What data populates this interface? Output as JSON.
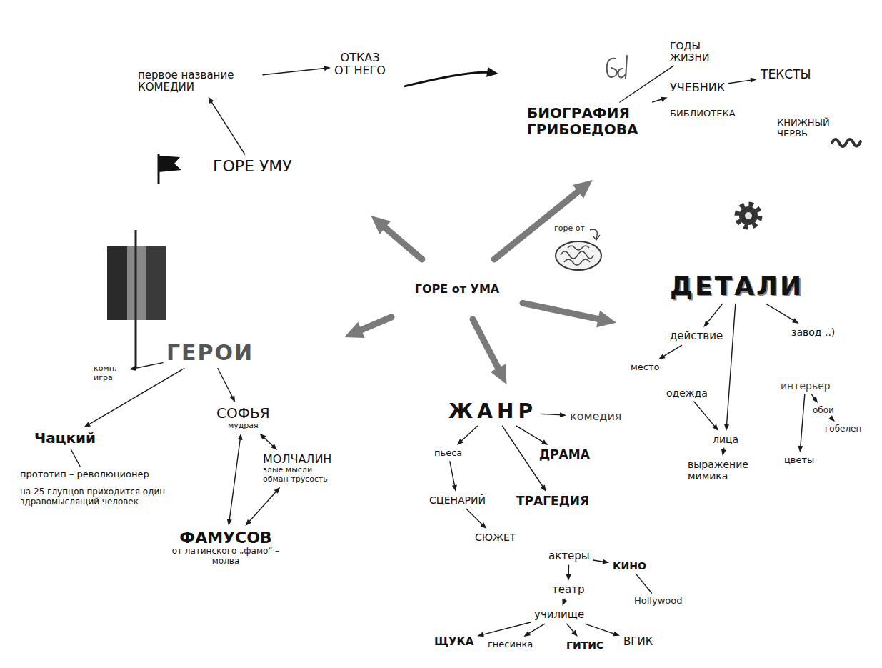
{
  "diagram": {
    "nodes": [
      {
        "text": [
          "ГОРЕ от УМА"
        ]
      },
      {
        "text": []
      },
      {
        "text": [
          "первое название КОМЕДИИ"
        ],
        "in": 1
      },
      {
        "text": [
          "ОТКАЗ ОТ НЕГО"
        ],
        "in": 1
      },
      {
        "text": [
          "ГОРЕ УМУ"
        ],
        "in": 1
      },
      {
        "text": []
      },
      {
        "text": [
          "ГОДЫ ЖИЗНИ"
        ],
        "in": 5
      },
      {
        "text": [
          "БИОГРАФИЯ ГРИБОЕДОВА"
        ],
        "in": 5
      },
      {
        "text": [
          "УЧЕБНИК"
        ],
        "in": 5
      },
      {
        "text": [
          "ТЕКСТЫ"
        ],
        "in": 5
      },
      {
        "text": [
          "БИБЛИОТЕКА"
        ],
        "in": 5
      },
      {
        "text": [
          "КНИЖНЫЙ ЧЕРВЬ"
        ],
        "in": 5
      },
      {
        "text": []
      },
      {
        "text": [
          "ГЕРОИ"
        ],
        "in": 12
      },
      {
        "text": [
          "комп. игра"
        ],
        "in": 12
      },
      {
        "text": [
          "Чацкий"
        ],
        "in": 12
      },
      {
        "text": [
          "прототип – революционер"
        ],
        "in": 12
      },
      {
        "text": [
          "на 25 глупцов приходится один здравомыслящий человек"
        ],
        "in": 12
      },
      {
        "text": [
          "СОФЬЯ",
          "мудрая"
        ],
        "in": 12
      },
      {
        "text": [
          "МОЛЧАЛИН",
          "злые мысли обман трусость"
        ],
        "in": 12
      },
      {
        "text": [
          "ФАМУСОВ",
          "от латинского „фамо“ – молва"
        ],
        "in": 12
      },
      {
        "text": []
      },
      {
        "text": [
          "ЖАНР"
        ],
        "in": 21
      },
      {
        "text": [
          "комедия"
        ],
        "in": 21
      },
      {
        "text": [
          "пьеса"
        ],
        "in": 21
      },
      {
        "text": [
          "ДРАМА"
        ],
        "in": 21
      },
      {
        "text": [
          "ТРАГЕДИЯ"
        ],
        "in": 21
      },
      {
        "text": [
          "СЦЕНАРИЙ"
        ],
        "in": 21
      },
      {
        "text": [
          "СЮЖЕТ"
        ],
        "in": 21
      },
      {
        "text": [
          "актеры"
        ],
        "in": 21
      },
      {
        "text": [
          "КИНО"
        ],
        "in": 21
      },
      {
        "text": [
          "Hollywood"
        ],
        "in": 21
      },
      {
        "text": [
          "театр"
        ],
        "in": 21
      },
      {
        "text": [
          "училище"
        ],
        "in": 21
      },
      {
        "text": [
          "ЩУКА"
        ],
        "in": 21
      },
      {
        "text": [
          "гнесинка"
        ],
        "in": 21
      },
      {
        "text": [
          "ГИТИС"
        ],
        "in": 21
      },
      {
        "text": [
          "ВГИК"
        ],
        "in": 21
      },
      {
        "text": []
      },
      {
        "text": [
          "ДЕТАЛИ"
        ],
        "in": 38
      },
      {
        "text": [
          "действие"
        ],
        "in": 38
      },
      {
        "text": [
          "место"
        ],
        "in": 38
      },
      {
        "text": [
          "завод ..)"
        ],
        "in": 38
      },
      {
        "text": [
          "одежда"
        ],
        "in": 38
      },
      {
        "text": [
          "интерьер"
        ],
        "in": 38
      },
      {
        "text": [
          "обои"
        ],
        "in": 38
      },
      {
        "text": [
          "гобелен"
        ],
        "in": 38
      },
      {
        "text": [
          "лица"
        ],
        "in": 38
      },
      {
        "text": [
          "выражение мимика"
        ],
        "in": 38
      },
      {
        "text": [
          "цветы"
        ],
        "in": 38
      }
    ],
    "edges": [
      {
        "from": 0,
        "to": 1,
        "arrow": "to"
      },
      {
        "from": 0,
        "to": 5,
        "arrow": "to"
      },
      {
        "from": 0,
        "to": 12,
        "arrow": "to"
      },
      {
        "from": 0,
        "to": 21,
        "arrow": "to"
      },
      {
        "from": 0,
        "to": 38,
        "arrow": "to"
      },
      {
        "from": 1,
        "to": 5,
        "arrow": "to"
      },
      {
        "from": 4,
        "to": 2,
        "arrow": "to"
      },
      {
        "from": 2,
        "to": 3,
        "arrow": "to"
      },
      {
        "from": 7,
        "to": 6,
        "arrow": "none"
      },
      {
        "from": 7,
        "to": 8,
        "arrow": "to"
      },
      {
        "from": 8,
        "to": 9,
        "arrow": "to"
      },
      {
        "from": 13,
        "to": 14,
        "arrow": "to"
      },
      {
        "from": 13,
        "to": 15,
        "arrow": "to"
      },
      {
        "from": 13,
        "to": 18,
        "arrow": "to"
      },
      {
        "from": 15,
        "to": 16,
        "arrow": "none"
      },
      {
        "from": 18,
        "to": 19,
        "arrow": "both"
      },
      {
        "from": 18,
        "to": 20,
        "arrow": "both"
      },
      {
        "from": 20,
        "to": 19,
        "arrow": "both"
      },
      {
        "from": 22,
        "to": 23,
        "arrow": "to"
      },
      {
        "from": 22,
        "to": 24,
        "arrow": "to"
      },
      {
        "from": 22,
        "to": 25,
        "arrow": "to"
      },
      {
        "from": 22,
        "to": 26,
        "arrow": "to"
      },
      {
        "from": 24,
        "to": 27,
        "arrow": "to"
      },
      {
        "from": 27,
        "to": 28,
        "arrow": "to"
      },
      {
        "from": 29,
        "to": 30,
        "arrow": "to"
      },
      {
        "from": 30,
        "to": 31,
        "arrow": "none"
      },
      {
        "from": 29,
        "to": 32,
        "arrow": "to"
      },
      {
        "from": 32,
        "to": 33,
        "arrow": "to"
      },
      {
        "from": 33,
        "to": 34,
        "arrow": "to"
      },
      {
        "from": 33,
        "to": 35,
        "arrow": "to"
      },
      {
        "from": 33,
        "to": 36,
        "arrow": "to"
      },
      {
        "from": 33,
        "to": 37,
        "arrow": "to"
      },
      {
        "from": 39,
        "to": 40,
        "arrow": "to"
      },
      {
        "from": 40,
        "to": 41,
        "arrow": "to"
      },
      {
        "from": 39,
        "to": 42,
        "arrow": "to"
      },
      {
        "from": 39,
        "to": 47,
        "arrow": "to"
      },
      {
        "from": 43,
        "to": 47,
        "arrow": "to"
      },
      {
        "from": 47,
        "to": 48,
        "arrow": "to"
      },
      {
        "from": 44,
        "to": 45,
        "arrow": "to"
      },
      {
        "from": 45,
        "to": 46,
        "arrow": "to"
      },
      {
        "from": 44,
        "to": 49,
        "arrow": "to"
      }
    ],
    "labels": [
      "горе от"
    ]
  }
}
